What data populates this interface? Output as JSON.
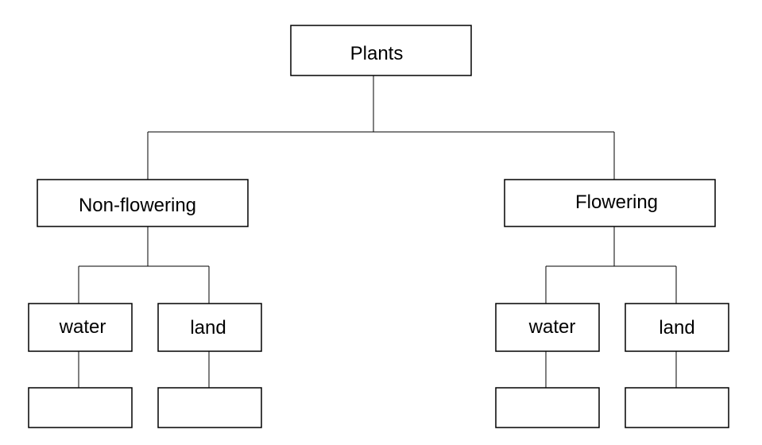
{
  "diagram": {
    "root": {
      "label": "Plants"
    },
    "non_flowering": {
      "label": "Non-flowering",
      "water": {
        "label": "water"
      },
      "land": {
        "label": "land"
      }
    },
    "flowering": {
      "label": "Flowering",
      "water": {
        "label": "water"
      },
      "land": {
        "label": "land"
      }
    }
  }
}
